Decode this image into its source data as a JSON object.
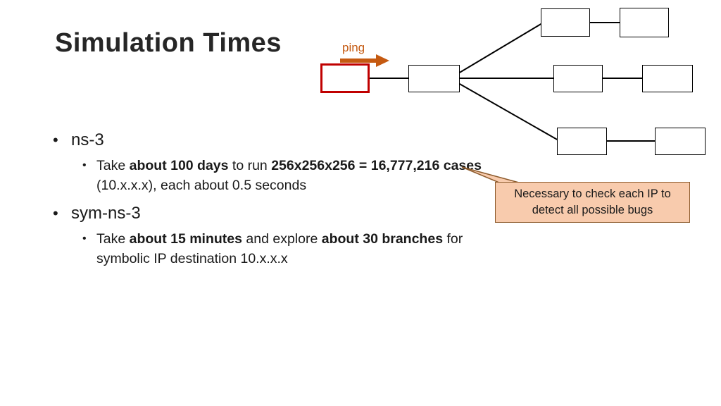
{
  "slide": {
    "title": "Simulation Times",
    "bullets": [
      {
        "label": "ns-3",
        "sub": [
          {
            "segments": [
              {
                "text": "Take ",
                "bold": false
              },
              {
                "text": "about 100 days",
                "bold": true
              },
              {
                "text": " to run ",
                "bold": false
              },
              {
                "text": "256x256x256 = 16,777,216 cases",
                "bold": true
              },
              {
                "text": " (10.x.x.x), each about 0.5 seconds",
                "bold": false
              }
            ]
          }
        ]
      },
      {
        "label": "sym-ns-3",
        "sub": [
          {
            "segments": [
              {
                "text": "Take ",
                "bold": false
              },
              {
                "text": "about 15 minutes",
                "bold": true
              },
              {
                "text": " and explore ",
                "bold": false
              },
              {
                "text": "about 30 branches",
                "bold": true
              },
              {
                "text": " for symbolic IP destination 10.x.x.x",
                "bold": false
              }
            ]
          }
        ]
      }
    ]
  },
  "diagram": {
    "ping_label": "ping",
    "description": "Tree topology: red source node pings a hub node that branches to three chains of two nodes each"
  },
  "callout": {
    "text": "Necessary to check each IP to detect all possible bugs"
  },
  "colors": {
    "titleText": "#262626",
    "bodyText": "#1a1a1a",
    "ping": "#C55A11",
    "sourceBorder": "#C00000",
    "line": "#000000",
    "boxBorder": "#000000",
    "calloutFill": "#F8CBAD",
    "calloutBorder": "#8C5A2B"
  }
}
